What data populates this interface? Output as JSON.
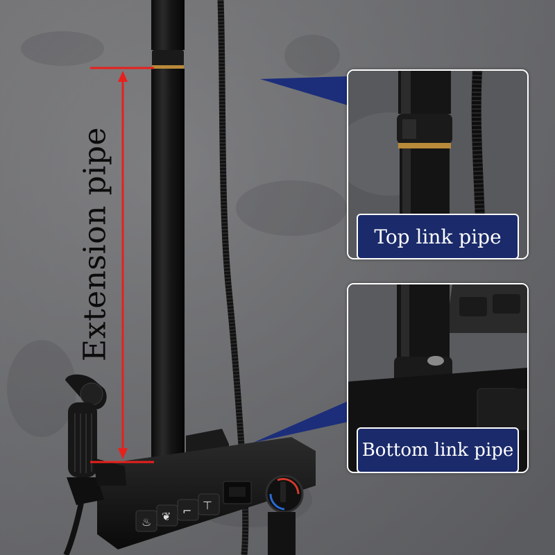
{
  "annotations": {
    "extension_label": "Extension pipe",
    "top_caption": "Top link pipe",
    "bottom_caption": "Bottom link pipe"
  },
  "colors": {
    "arrow_red": "#e8201c",
    "caption_navy": "#1a2a6a",
    "pointer_navy": "#1c2e7a"
  }
}
